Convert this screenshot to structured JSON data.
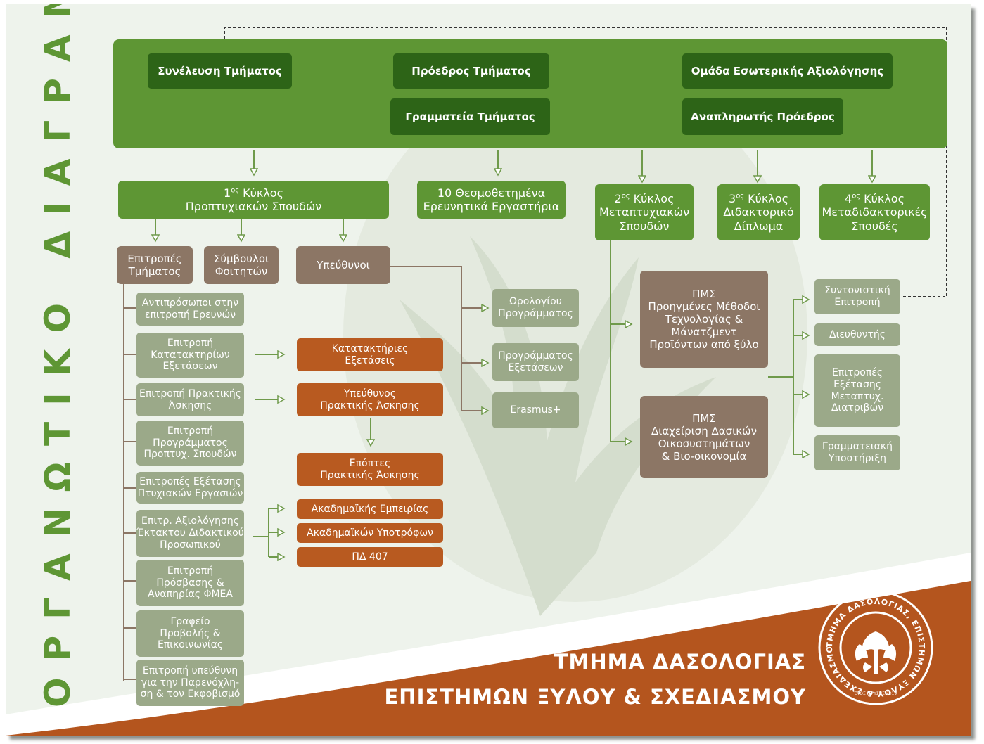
{
  "vertical_title": "ΟΡΓΑΝΩΤΙΚΟ ΔΙΑΓΡΑΜΜΑ",
  "leadership": {
    "assembly": "Συνέλευση Τμήματος",
    "chair": "Πρόεδρος Τμήματος",
    "secretariat": "Γραμματεία Τμήματος",
    "internal_evaluation": "Ομάδα Εσωτερικής Αξιολόγησης",
    "deputy_chair": "Αναπληρωτής Πρόεδρος"
  },
  "cycles": {
    "c1": {
      "num": "1",
      "sup": "ος",
      "line1": " Κύκλος",
      "line2": "Προπτυχιακών Σπουδών"
    },
    "labs": "10 Θεσμοθετημένα\nΕρευνητικά Εργαστήρια",
    "c2": {
      "num": "2",
      "sup": "ος",
      "line1": " Κύκλος",
      "line2": "Μεταπτυχιακών\nΣπουδών"
    },
    "c3": {
      "num": "3",
      "sup": "ος",
      "line1": " Κύκλος",
      "line2": "Διδακτορικό\nΔίπλωμα"
    },
    "c4": {
      "num": "4",
      "sup": "ος",
      "line1": " Κύκλος",
      "line2": "Μεταδιδακτορικές\nΣπουδές"
    }
  },
  "undergrad": {
    "committees": "Επιτροπές\nΤμήματος",
    "advisors": "Σύμβουλοι\nΦοιτητών",
    "responsible": "Υπεύθυνοι"
  },
  "committee_list": [
    "Αντιπρόσωποι στην\nεπιτροπή Ερευνών",
    "Επιτροπή\nΚατατακτηρίων\nΕξετάσεων",
    "Επιτροπή Πρακτικής\nΆσκησης",
    "Επιτροπή\nΠρογράμματος\nΠροπτυχ. Σπουδών",
    "Επιτροπές Εξέτασης\nΠτυχιακών Εργασιών",
    "Επιτρ. Αξιολόγησης\nΈκτακτου Διδακτικού\nΠροσωπικού",
    "Επιτροπή\nΠρόσβασης &\nΑναπηρίας ΦΜΕΑ",
    "Γραφείο\nΠροβολής &\nΕπικοινωνίας",
    "Επιτροπή υπεύθυνη\nγια την Παρενόχλη-\nση & τον Εκφοβισμό"
  ],
  "responsible_list": [
    "Ωρολογίου\nΠρογράμματος",
    "Προγράμματος\nΕξετάσεων",
    "Erasmus+"
  ],
  "orange": {
    "transfer_exams": "Κατατακτήριες\nΕξετάσεις",
    "internship_head": "Υπεύθυνος\nΠρακτικής Άσκησης",
    "internship_supervisors": "Επόπτες\nΠρακτικής Άσκησης",
    "academic_experience": "Ακαδημαϊκής Εμπειρίας",
    "academic_fellows": "Ακαδημαϊκών Υποτρόφων",
    "pd407": "ΠΔ 407"
  },
  "pms": {
    "p1": "ΠΜΣ\nΠροηγμένες Μέθοδοι\nΤεχνολογίας &\nΜάνατζμεντ\nΠροϊόντων από ξύλο",
    "p2": "ΠΜΣ\nΔιαχείριση Δασικών\nΟικοσυστημάτων\n& Βιο-οικονομία"
  },
  "pms_governance": [
    "Συντονιστική\nΕπιτροπή",
    "Διευθυντής",
    "Επιτροπές\nΕξέτασης\nΜεταπτυχ.\nΔιατριβών",
    "Γραμματειακή\nΥποστήριξη"
  ],
  "department": {
    "line1": "ΤΜΗΜΑ ΔΑΣΟΛΟΓΙΑΣ",
    "line2": "ΕΠΙΣΤΗΜΩΝ ΞΥΛΟΥ & ΣΧΕΔΙΑΣΜΟΥ"
  },
  "seal": {
    "ring_text": "ΤΜΗΜΑ ΔΑΣΟΛΟΓΙΑΣ, ΕΠΙΣΤΗΜΩΝ ΞΥΛΟΥ & ΣΧΕΔΙΑΣΜΟΥ",
    "founded": "ΕΤΟΣ ΙΔΡΥΣΗΣ 2019"
  },
  "colors": {
    "green": "#5e9634",
    "dark_green": "#2d6417",
    "light_green": "#9ba989",
    "brown": "#8c7665",
    "orange": "#b85a20",
    "band": "#b4551e"
  }
}
